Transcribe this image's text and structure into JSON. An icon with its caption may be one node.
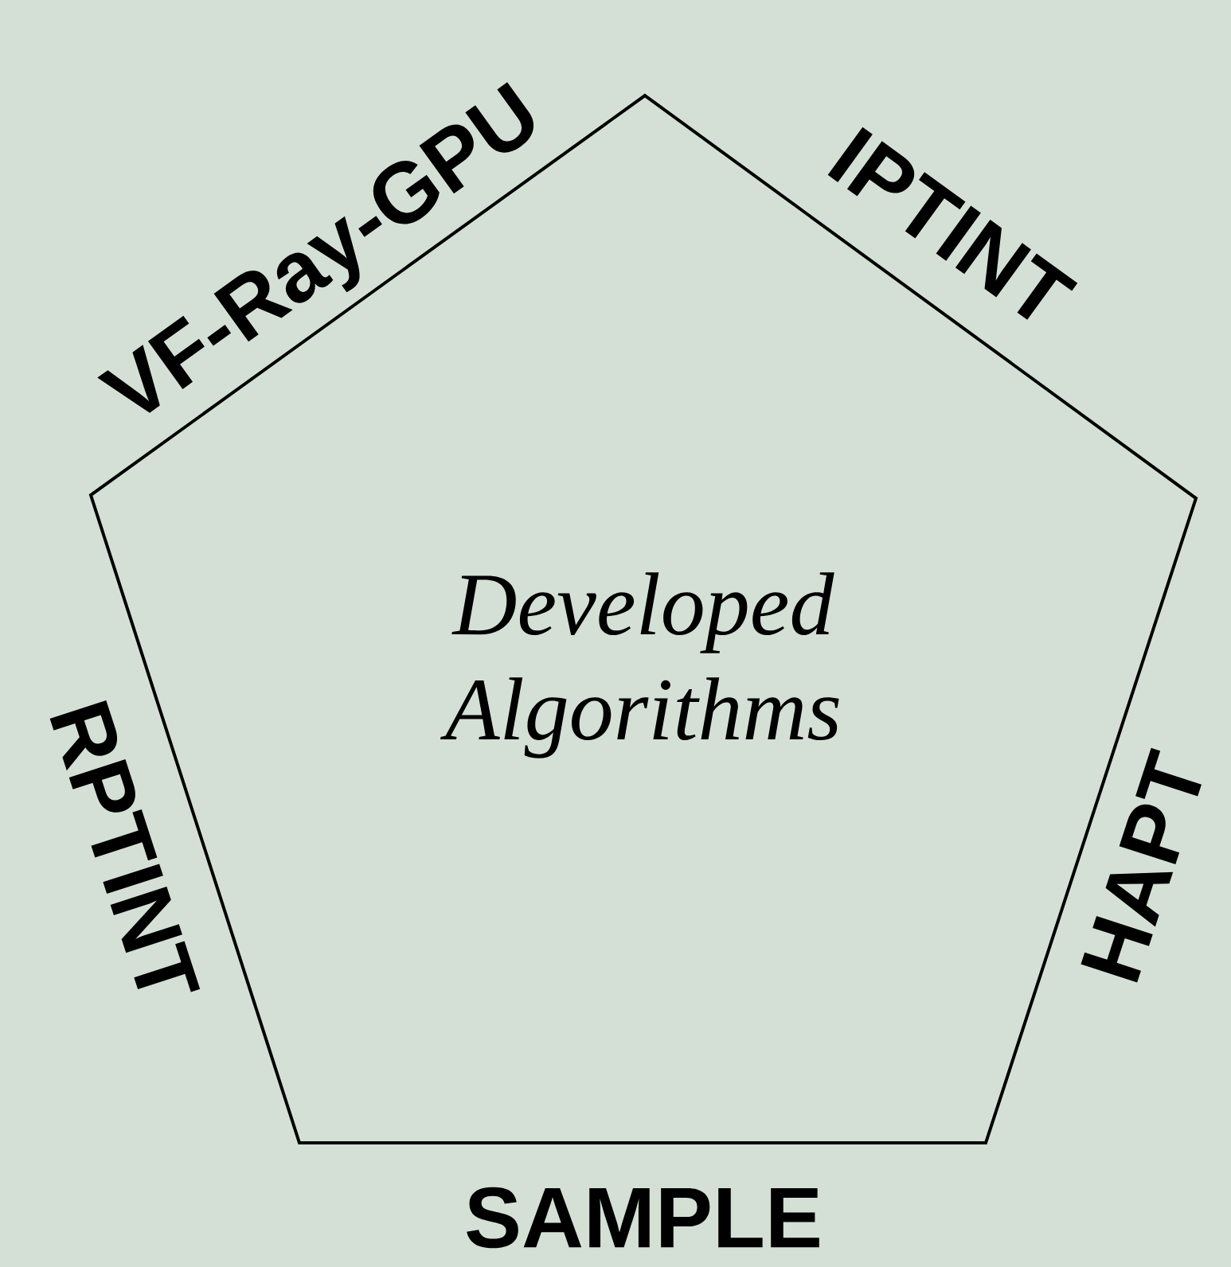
{
  "diagram": {
    "nodes": [
      {
        "text": [
          "*Developed Algorithms*"
        ]
      }
    ],
    "labels": [
      "VF-Ray-GPU",
      "IPTINT",
      "RPTINT",
      "HAPT",
      "SAMPLE"
    ]
  }
}
